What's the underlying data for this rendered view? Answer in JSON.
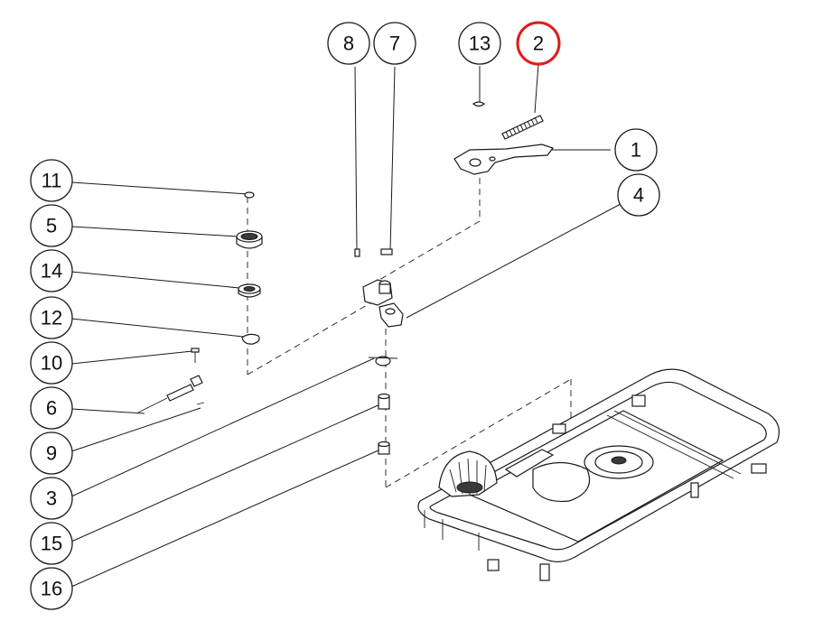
{
  "callouts": [
    {
      "id": "8",
      "label": "8"
    },
    {
      "id": "7",
      "label": "7"
    },
    {
      "id": "13",
      "label": "13"
    },
    {
      "id": "2",
      "label": "2",
      "highlighted": true
    },
    {
      "id": "1",
      "label": "1"
    },
    {
      "id": "4",
      "label": "4"
    },
    {
      "id": "11",
      "label": "11"
    },
    {
      "id": "5",
      "label": "5"
    },
    {
      "id": "14",
      "label": "14"
    },
    {
      "id": "12",
      "label": "12"
    },
    {
      "id": "10",
      "label": "10"
    },
    {
      "id": "6",
      "label": "6"
    },
    {
      "id": "9",
      "label": "9"
    },
    {
      "id": "3",
      "label": "3"
    },
    {
      "id": "15",
      "label": "15"
    },
    {
      "id": "16",
      "label": "16"
    }
  ],
  "colors": {
    "highlight": "#e01b1b",
    "line": "#1a1a1a",
    "background": "#ffffff"
  }
}
